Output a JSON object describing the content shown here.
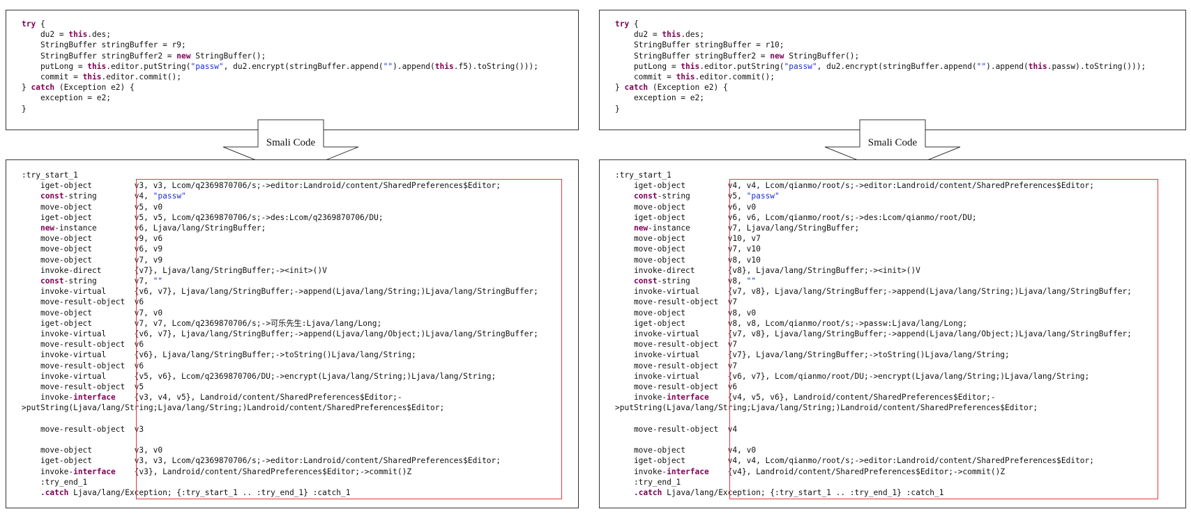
{
  "diagrams": [
    {
      "java_lines": [
        [
          {
            "t": "try",
            "c": "kw"
          },
          {
            "t": " {"
          }
        ],
        [
          {
            "t": "    du2 = "
          },
          {
            "t": "this",
            "c": "kw"
          },
          {
            "t": ".des;"
          }
        ],
        [
          {
            "t": "    StringBuffer stringBuffer = r9;"
          }
        ],
        [
          {
            "t": "    StringBuffer stringBuffer2 = "
          },
          {
            "t": "new",
            "c": "kw"
          },
          {
            "t": " StringBuffer();"
          }
        ],
        [
          {
            "t": "    putLong = "
          },
          {
            "t": "this",
            "c": "kw"
          },
          {
            "t": ".editor.putString("
          },
          {
            "t": "\"passw\"",
            "c": "str"
          },
          {
            "t": ", du2.encrypt(stringBuffer.append("
          },
          {
            "t": "\"\"",
            "c": "str"
          },
          {
            "t": ").append("
          },
          {
            "t": "this",
            "c": "kw"
          },
          {
            "t": ".f5).toString()));"
          }
        ],
        [
          {
            "t": "    commit = "
          },
          {
            "t": "this",
            "c": "kw"
          },
          {
            "t": ".editor.commit();"
          }
        ],
        [
          {
            "t": "} "
          },
          {
            "t": "catch",
            "c": "kw"
          },
          {
            "t": " (Exception e2) {"
          }
        ],
        [
          {
            "t": "    exception = e2;"
          }
        ],
        [
          {
            "t": "}"
          }
        ]
      ],
      "arrow_label": "Smali Code",
      "smali_lines": [
        [
          {
            "t": ":try_start_1"
          }
        ],
        [
          {
            "t": "    iget-object         v3, v3, Lcom/q2369870706/s;->editor:Landroid/content/SharedPreferences$Editor;"
          }
        ],
        [
          {
            "t": "    "
          },
          {
            "t": "const",
            "c": "kw"
          },
          {
            "t": "-string        "
          },
          {
            "t": "v4, "
          },
          {
            "t": "\"passw\"",
            "c": "str"
          }
        ],
        [
          {
            "t": "    move-object         v5, v0"
          }
        ],
        [
          {
            "t": "    iget-object         v5, v5, Lcom/q2369870706/s;->des:Lcom/q2369870706/DU;"
          }
        ],
        [
          {
            "t": "    "
          },
          {
            "t": "new",
            "c": "kw"
          },
          {
            "t": "-instance        v6, Ljava/lang/StringBuffer;"
          }
        ],
        [
          {
            "t": "    move-object         v9, v6"
          }
        ],
        [
          {
            "t": "    move-object         v6, v9"
          }
        ],
        [
          {
            "t": "    move-object         v7, v9"
          }
        ],
        [
          {
            "t": "    invoke-direct       {v7}, Ljava/lang/StringBuffer;-><init>()V"
          }
        ],
        [
          {
            "t": "    "
          },
          {
            "t": "const",
            "c": "kw"
          },
          {
            "t": "-string        v7, "
          },
          {
            "t": "\"\"",
            "c": "str"
          }
        ],
        [
          {
            "t": "    invoke-virtual      {v6, v7}, Ljava/lang/StringBuffer;->append(Ljava/lang/String;)Ljava/lang/StringBuffer;"
          }
        ],
        [
          {
            "t": "    move-result-object  v6"
          }
        ],
        [
          {
            "t": "    move-object         v7, v0"
          }
        ],
        [
          {
            "t": "    iget-object         v7, v7, Lcom/q2369870706/s;->可乐先生:Ljava/lang/Long;"
          }
        ],
        [
          {
            "t": "    invoke-virtual      {v6, v7}, Ljava/lang/StringBuffer;->append(Ljava/lang/Object;)Ljava/lang/StringBuffer;"
          }
        ],
        [
          {
            "t": "    move-result-object  v6"
          }
        ],
        [
          {
            "t": "    invoke-virtual      {v6}, Ljava/lang/StringBuffer;->toString()Ljava/lang/String;"
          }
        ],
        [
          {
            "t": "    move-result-object  v6"
          }
        ],
        [
          {
            "t": "    invoke-virtual      {v5, v6}, Lcom/q2369870706/DU;->encrypt(Ljava/lang/String;)Ljava/lang/String;"
          }
        ],
        [
          {
            "t": "    move-result-object  v5"
          }
        ],
        [
          {
            "t": "    invoke-"
          },
          {
            "t": "interface",
            "c": "kw"
          },
          {
            "t": "    {v3, v4, v5}, Landroid/content/SharedPreferences$Editor;-"
          }
        ],
        [
          {
            "t": ">putString(Ljava/lang/String;Ljava/lang/String;)Landroid/content/SharedPreferences$Editor;"
          }
        ],
        [
          {
            "t": ""
          }
        ],
        [
          {
            "t": "    move-result-object  v3"
          }
        ],
        [
          {
            "t": ""
          }
        ],
        [
          {
            "t": "    move-object         v3, v0"
          }
        ],
        [
          {
            "t": "    iget-object         v3, v3, Lcom/q2369870706/s;->editor:Landroid/content/SharedPreferences$Editor;"
          }
        ],
        [
          {
            "t": "    invoke-"
          },
          {
            "t": "interface",
            "c": "kw"
          },
          {
            "t": "    {v3}, Landroid/content/SharedPreferences$Editor;->commit()Z"
          }
        ],
        [
          {
            "t": "    :try_end_1"
          }
        ],
        [
          {
            "t": "    "
          },
          {
            "t": ".catch",
            "c": "kw"
          },
          {
            "t": " Ljava/lang/Exception; {:try_start_1 .. :try_end_1} :catch_1"
          }
        ]
      ]
    },
    {
      "java_lines": [
        [
          {
            "t": "try",
            "c": "kw"
          },
          {
            "t": " {"
          }
        ],
        [
          {
            "t": "    du2 = "
          },
          {
            "t": "this",
            "c": "kw"
          },
          {
            "t": ".des;"
          }
        ],
        [
          {
            "t": "    StringBuffer stringBuffer = r10;"
          }
        ],
        [
          {
            "t": "    StringBuffer stringBuffer2 = "
          },
          {
            "t": "new",
            "c": "kw"
          },
          {
            "t": " StringBuffer();"
          }
        ],
        [
          {
            "t": "    putLong = "
          },
          {
            "t": "this",
            "c": "kw"
          },
          {
            "t": ".editor.putString("
          },
          {
            "t": "\"passw\"",
            "c": "str"
          },
          {
            "t": ", du2.encrypt(stringBuffer.append("
          },
          {
            "t": "\"\"",
            "c": "str"
          },
          {
            "t": ").append("
          },
          {
            "t": "this",
            "c": "kw"
          },
          {
            "t": ".passw).toString()));"
          }
        ],
        [
          {
            "t": "    commit = "
          },
          {
            "t": "this",
            "c": "kw"
          },
          {
            "t": ".editor.commit();"
          }
        ],
        [
          {
            "t": "} "
          },
          {
            "t": "catch",
            "c": "kw"
          },
          {
            "t": " (Exception e2) {"
          }
        ],
        [
          {
            "t": "    exception = e2;"
          }
        ],
        [
          {
            "t": "}"
          }
        ]
      ],
      "arrow_label": "Smali Code",
      "smali_lines": [
        [
          {
            "t": ":try_start_1"
          }
        ],
        [
          {
            "t": "    iget-object         v4, v4, Lcom/qianmo/root/s;->editor:Landroid/content/SharedPreferences$Editor;"
          }
        ],
        [
          {
            "t": "    "
          },
          {
            "t": "const",
            "c": "kw"
          },
          {
            "t": "-string        v5, "
          },
          {
            "t": "\"passw\"",
            "c": "str"
          }
        ],
        [
          {
            "t": "    move-object         v6, v0"
          }
        ],
        [
          {
            "t": "    iget-object         v6, v6, Lcom/qianmo/root/s;->des:Lcom/qianmo/root/DU;"
          }
        ],
        [
          {
            "t": "    "
          },
          {
            "t": "new",
            "c": "kw"
          },
          {
            "t": "-instance        v7, Ljava/lang/StringBuffer;"
          }
        ],
        [
          {
            "t": "    move-object         v10, v7"
          }
        ],
        [
          {
            "t": "    move-object         v7, v10"
          }
        ],
        [
          {
            "t": "    move-object         v8, v10"
          }
        ],
        [
          {
            "t": "    invoke-direct       {v8}, Ljava/lang/StringBuffer;-><init>()V"
          }
        ],
        [
          {
            "t": "    "
          },
          {
            "t": "const",
            "c": "kw"
          },
          {
            "t": "-string        v8, "
          },
          {
            "t": "\"\"",
            "c": "str"
          }
        ],
        [
          {
            "t": "    invoke-virtual      {v7, v8}, Ljava/lang/StringBuffer;->append(Ljava/lang/String;)Ljava/lang/StringBuffer;"
          }
        ],
        [
          {
            "t": "    move-result-object  v7"
          }
        ],
        [
          {
            "t": "    move-object         v8, v0"
          }
        ],
        [
          {
            "t": "    iget-object         v8, v8, Lcom/qianmo/root/s;->passw:Ljava/lang/Long;"
          }
        ],
        [
          {
            "t": "    invoke-virtual      {v7, v8}, Ljava/lang/StringBuffer;->append(Ljava/lang/Object;)Ljava/lang/StringBuffer;"
          }
        ],
        [
          {
            "t": "    move-result-object  v7"
          }
        ],
        [
          {
            "t": "    invoke-virtual      {v7}, Ljava/lang/StringBuffer;->toString()Ljava/lang/String;"
          }
        ],
        [
          {
            "t": "    move-result-object  v7"
          }
        ],
        [
          {
            "t": "    invoke-virtual      {v6, v7}, Lcom/qianmo/root/DU;->encrypt(Ljava/lang/String;)Ljava/lang/String;"
          }
        ],
        [
          {
            "t": "    move-result-object  v6"
          }
        ],
        [
          {
            "t": "    invoke-"
          },
          {
            "t": "interface",
            "c": "kw"
          },
          {
            "t": "    {v4, v5, v6}, Landroid/content/SharedPreferences$Editor;-"
          }
        ],
        [
          {
            "t": ">putString(Ljava/lang/String;Ljava/lang/String;)Landroid/content/SharedPreferences$Editor;"
          }
        ],
        [
          {
            "t": ""
          }
        ],
        [
          {
            "t": "    move-result-object  v4"
          }
        ],
        [
          {
            "t": ""
          }
        ],
        [
          {
            "t": "    move-object         v4, v0"
          }
        ],
        [
          {
            "t": "    iget-object         v4, v4, Lcom/qianmo/root/s;->editor:Landroid/content/SharedPreferences$Editor;"
          }
        ],
        [
          {
            "t": "    invoke-"
          },
          {
            "t": "interface",
            "c": "kw"
          },
          {
            "t": "    {v4}, Landroid/content/SharedPreferences$Editor;->commit()Z"
          }
        ],
        [
          {
            "t": "    :try_end_1"
          }
        ],
        [
          {
            "t": "    "
          },
          {
            "t": ".catch",
            "c": "kw"
          },
          {
            "t": " Ljava/lang/Exception; {:try_start_1 .. :try_end_1} :catch_1"
          }
        ]
      ]
    }
  ],
  "colors": {
    "keyword": "#7f0055",
    "string": "#1c2fd6",
    "highlight_box": "#e0383e",
    "border": "#333333"
  }
}
